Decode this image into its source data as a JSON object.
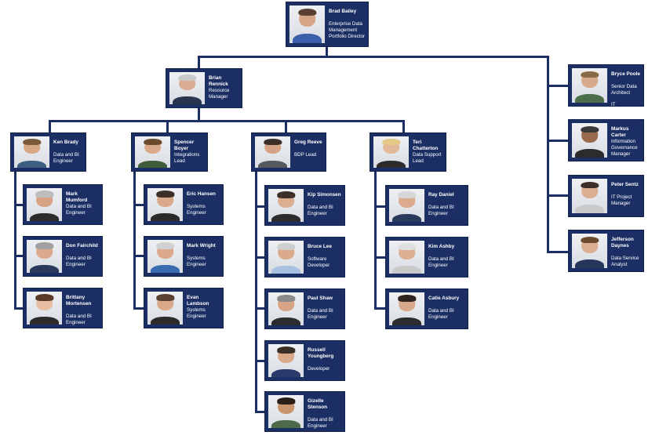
{
  "people": {
    "brad": {
      "name": "Brad Bailey",
      "title": "Enterprise Data\nManagement\nPortfolio Director",
      "skin": "#d8a486",
      "hair": "#5a4030",
      "shirt": "#3b5fa8"
    },
    "brian": {
      "name": "Brian Rennick",
      "title": "Resource\nManager",
      "skin": "#d9ad93",
      "hair": "#c9c9c9",
      "shirt": "#2a3550"
    },
    "ken": {
      "name": "Ken Brady",
      "title": "Data and BI\nEngineer",
      "skin": "#d7a685",
      "hair": "#7a5a3a",
      "shirt": "#3f5f80"
    },
    "spencer": {
      "name": "Spencer Boyer",
      "title": "Integrations\nLead",
      "skin": "#d9a98a",
      "hair": "#6b4a2e",
      "shirt": "#3f5d3a"
    },
    "greg": {
      "name": "Greg Reeve",
      "title": "BDP Lead",
      "skin": "#d6a387",
      "hair": "#3b2f28",
      "shirt": "#545a60"
    },
    "teri": {
      "name": "Teri Chatterton",
      "title": "Data Support\nLead",
      "skin": "#e3b999",
      "hair": "#e3c887",
      "shirt": "#2c2c2c"
    },
    "bryce": {
      "name": "Bryce Poole",
      "title": "Senior Data\nArchitect\n\nIT Architecture",
      "skin": "#d7aa8b",
      "hair": "#8a6a45",
      "shirt": "#4c6e4a"
    },
    "markus": {
      "name": "Markus Carter",
      "title": "Information\nGovernance\nManager",
      "skin": "#9a6a4d",
      "hair": "#3a3a3a",
      "shirt": "#2c2c2c"
    },
    "peter": {
      "name": "Peter Sentz",
      "title": "IT Project\nManager",
      "skin": "#dbae92",
      "hair": "#3b2f28",
      "shirt": "#c9c9c9"
    },
    "jefferson": {
      "name": "Jefferson\nDaynes",
      "title": "Data Service\nAnalyst",
      "skin": "#dcae92",
      "hair": "#6b4a2e",
      "shirt": "#26355a"
    },
    "mark_m": {
      "name": "Mark Mumford",
      "title": "Data and BI\nEngineer",
      "skin": "#d6a386",
      "hair": "#bdbdbd",
      "shirt": "#2c2c2c"
    },
    "don": {
      "name": "Don Fairchild",
      "title": "Data and BI\nEngineer",
      "skin": "#dbaa8c",
      "hair": "#a0a0a0",
      "shirt": "#2a3a5a"
    },
    "brittany": {
      "name": "Brittany\nMortensen",
      "title": "Data and BI\nEngineer",
      "skin": "#e6bfa3",
      "hair": "#5a3a26",
      "shirt": "#2c2c2c"
    },
    "eric": {
      "name": "Eric Hansen",
      "title": "Systems\nEngineer",
      "skin": "#d9a98a",
      "hair": "#3b2f28",
      "shirt": "#2a2a2a"
    },
    "mark_w": {
      "name": "Mark Wright",
      "title": "Systems\nEngineer",
      "skin": "#dba88b",
      "hair": "#d0d0d0",
      "shirt": "#3a6ab0"
    },
    "evan": {
      "name": "Evan Lambson",
      "title": "Systems\nEngineer",
      "skin": "#d9a98a",
      "hair": "#5a4030",
      "shirt": "#2c2c2c"
    },
    "kip": {
      "name": "Kip Simonsen",
      "title": "Data and BI\nEngineer",
      "skin": "#dbae92",
      "hair": "#3b2f28",
      "shirt": "#2c2c2c"
    },
    "bruce": {
      "name": "Bruce Lee",
      "title": "Software\nDeveloper",
      "skin": "#dbaa8c",
      "hair": "#cfcfcf",
      "shirt": "#a9c0e0"
    },
    "paul": {
      "name": "Paul Shaw",
      "title": "Data and BI\nEngineer",
      "skin": "#d7a486",
      "hair": "#8a8a8a",
      "shirt": "#2c2c2c"
    },
    "russell": {
      "name": "Russell\nYoungberg",
      "title": "Developer",
      "skin": "#d9a98a",
      "hair": "#3b2f28",
      "shirt": "#2a3a6a"
    },
    "gizelle": {
      "name": "Gizelle\nStenson",
      "title": "Data and BI\nEngineer",
      "skin": "#c9956f",
      "hair": "#2a1e18",
      "shirt": "#4d6b4a"
    },
    "ray": {
      "name": "Ray Daniel",
      "title": "Data and BI\nEngineer",
      "skin": "#dcaa8c",
      "hair": "#d6d6d6",
      "shirt": "#2a3a5a"
    },
    "kim": {
      "name": "Kim Ashby",
      "title": "Data and BI\nEngineer",
      "skin": "#dcae92",
      "hair": "#e0e0e0",
      "shirt": "#c9c9c9"
    },
    "catie": {
      "name": "Catie Asbury",
      "title": "Data and BI\nEngineer",
      "skin": "#d8a88a",
      "hair": "#2e2420",
      "shirt": "#2c2c2c"
    }
  },
  "colors": {
    "card": "#1b2f64",
    "line": "#1b2f64",
    "text": "#ffffff",
    "background": "#ffffff"
  }
}
